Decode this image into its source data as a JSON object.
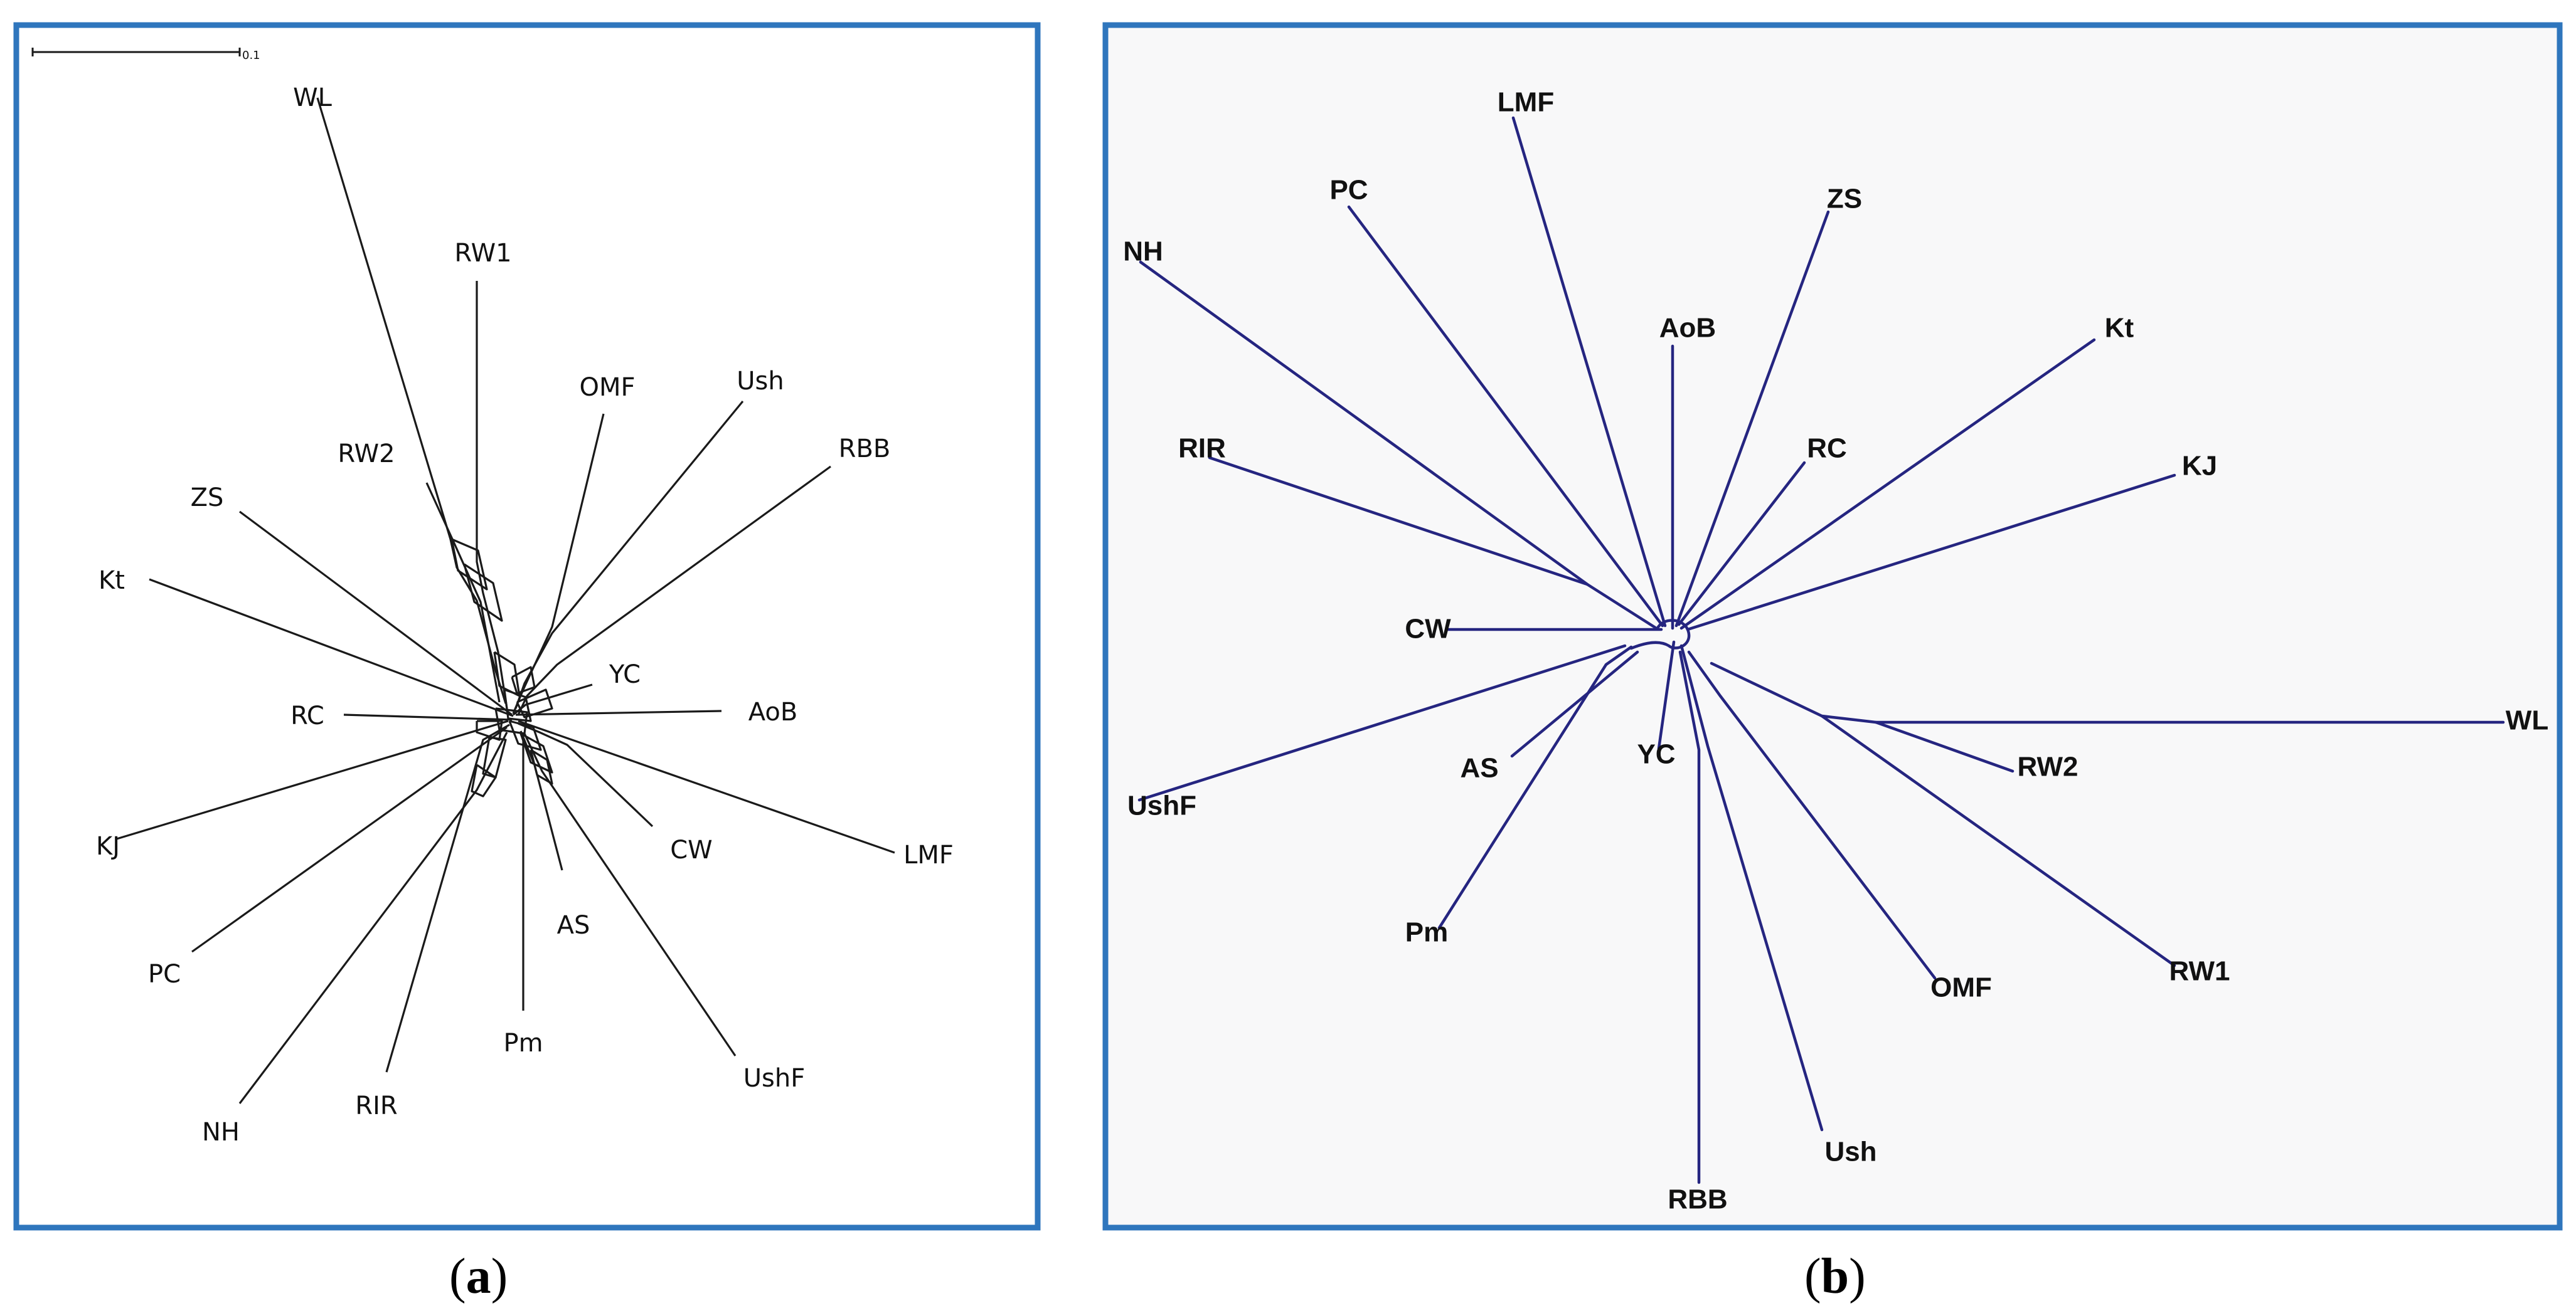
{
  "colors": {
    "frame": "#2f76bd",
    "panel_a_bg": "#ffffff",
    "panel_b_bg": "#f8f8f9",
    "edge_a": "#1a1a1a",
    "edge_b": "#252580"
  },
  "panel_a": {
    "caption_letter": "a",
    "scale_label": "0.1",
    "tips": [
      "WL",
      "RW1",
      "OMF",
      "Ush",
      "RBB",
      "RW2",
      "ZS",
      "Kt",
      "YC",
      "AoB",
      "RC",
      "CW",
      "LMF",
      "KJ",
      "AS",
      "PC",
      "Pm",
      "UshF",
      "NH",
      "RIR"
    ]
  },
  "panel_b": {
    "caption_letter": "b",
    "tips": [
      "LMF",
      "PC",
      "ZS",
      "NH",
      "AoB",
      "Kt",
      "RC",
      "RIR",
      "KJ",
      "CW",
      "WL",
      "YC",
      "RW2",
      "AS",
      "UshF",
      "Pm",
      "RW1",
      "OMF",
      "Ush",
      "RBB"
    ]
  }
}
